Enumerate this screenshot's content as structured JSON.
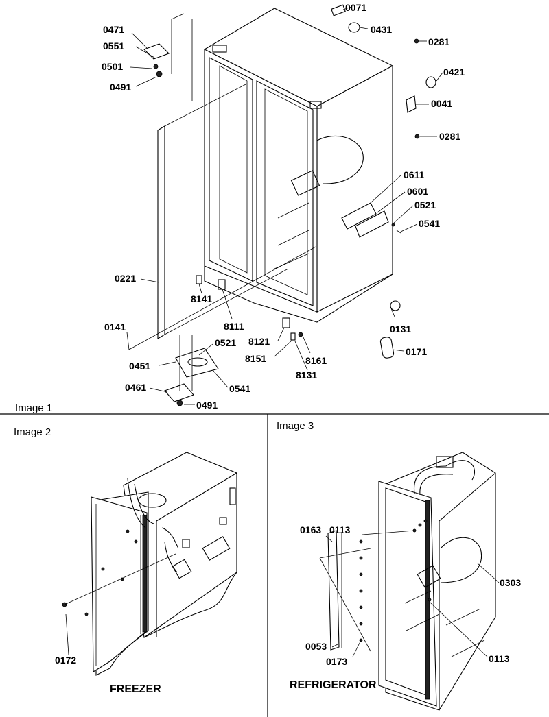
{
  "panels": [
    {
      "id": "image1",
      "title": "Image 1",
      "caption": ""
    },
    {
      "id": "image2",
      "title": "Image 2",
      "caption": "FREEZER"
    },
    {
      "id": "image3",
      "title": "Image 3",
      "caption": "REFRIGERATOR"
    }
  ],
  "image1_callouts": [
    "0071",
    "0431",
    "0281",
    "0421",
    "0041",
    "0281",
    "0611",
    "0601",
    "0521",
    "0541",
    "0131",
    "0171",
    "0471",
    "0551",
    "0501",
    "0491",
    "0221",
    "0141",
    "8141",
    "8111",
    "8121",
    "8151",
    "8161",
    "8131",
    "0451",
    "0521",
    "0541",
    "0461",
    "0491"
  ],
  "image2_callouts": [
    "0172"
  ],
  "image3_callouts": [
    "0163",
    "0113",
    "0303",
    "0053",
    "0173",
    "0113"
  ]
}
